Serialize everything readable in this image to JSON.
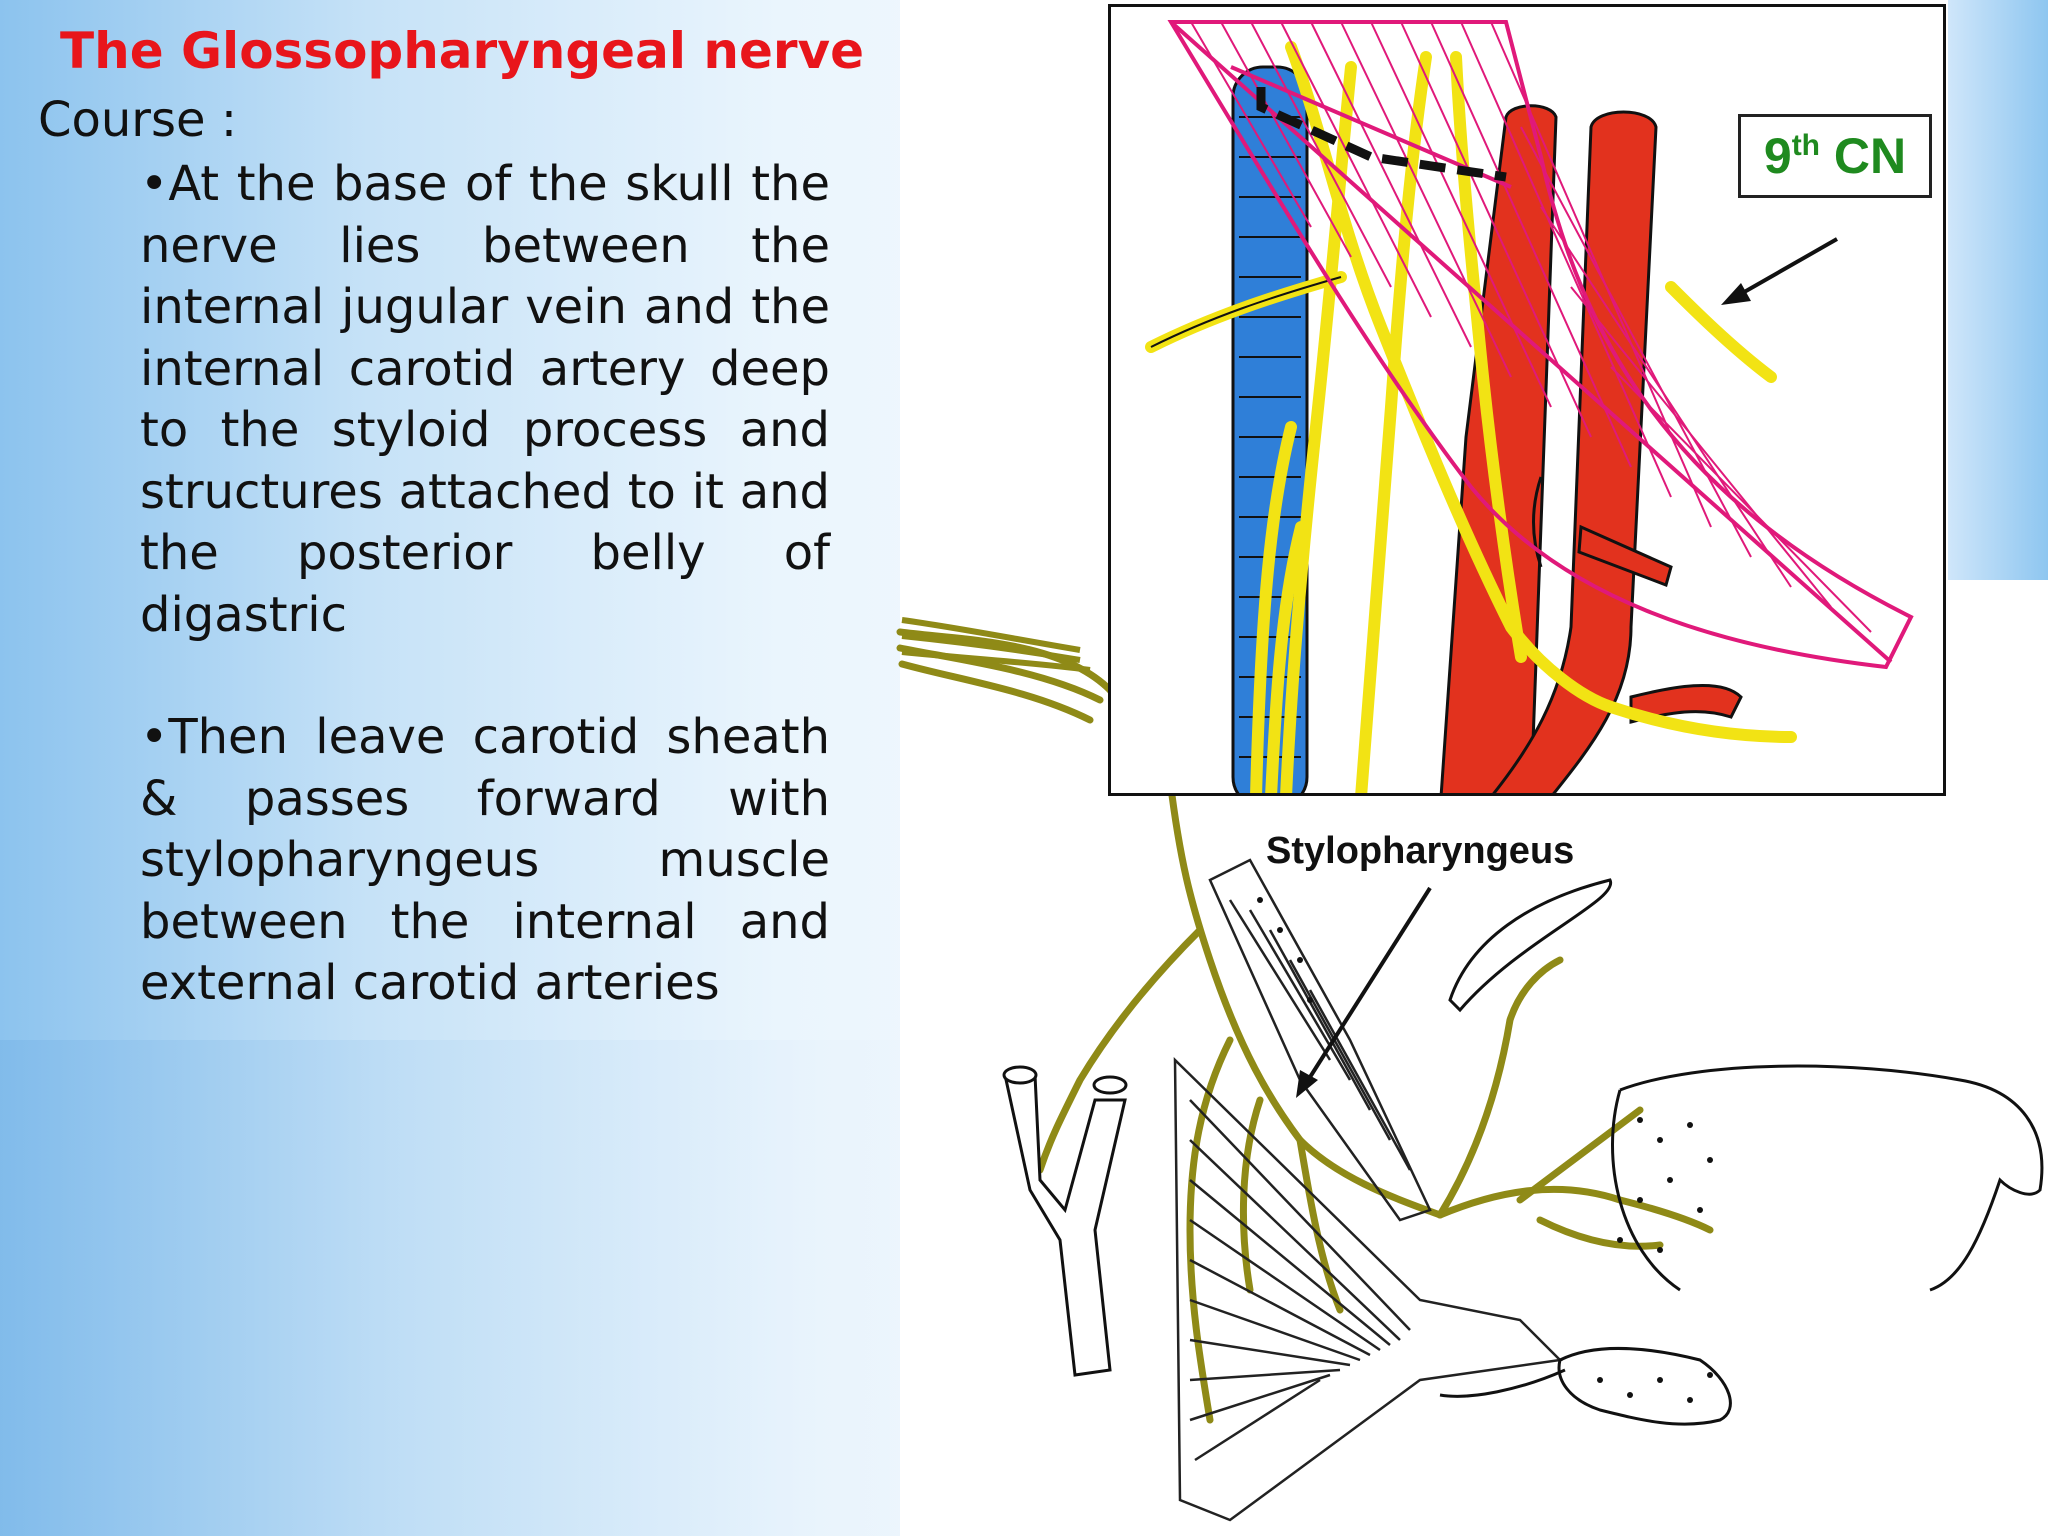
{
  "slide": {
    "title": "The Glossopharyngeal nerve",
    "subtitle": "Course :",
    "bullets": [
      "•At the base of the skull the nerve lies between the internal jugular vein and the internal carotid artery deep to the styloid process and structures attached to it and the posterior belly of digastric",
      "•Then leave carotid sheath & passes forward with stylopharyngeus muscle between the internal and external carotid arteries"
    ]
  },
  "figure": {
    "inset_label_main": "9",
    "inset_label_sup": "th",
    "inset_label_suffix": " CN",
    "muscle_label": "Stylopharyngeus"
  },
  "colors": {
    "title": "#e8151b",
    "nerve_yellow": "#f2e314",
    "vein_blue": "#2f7fd8",
    "artery_red": "#e2321e",
    "muscle_magenta": "#e0197a",
    "nerve_olive": "#8f8a17",
    "label_green": "#1f8a1f"
  }
}
